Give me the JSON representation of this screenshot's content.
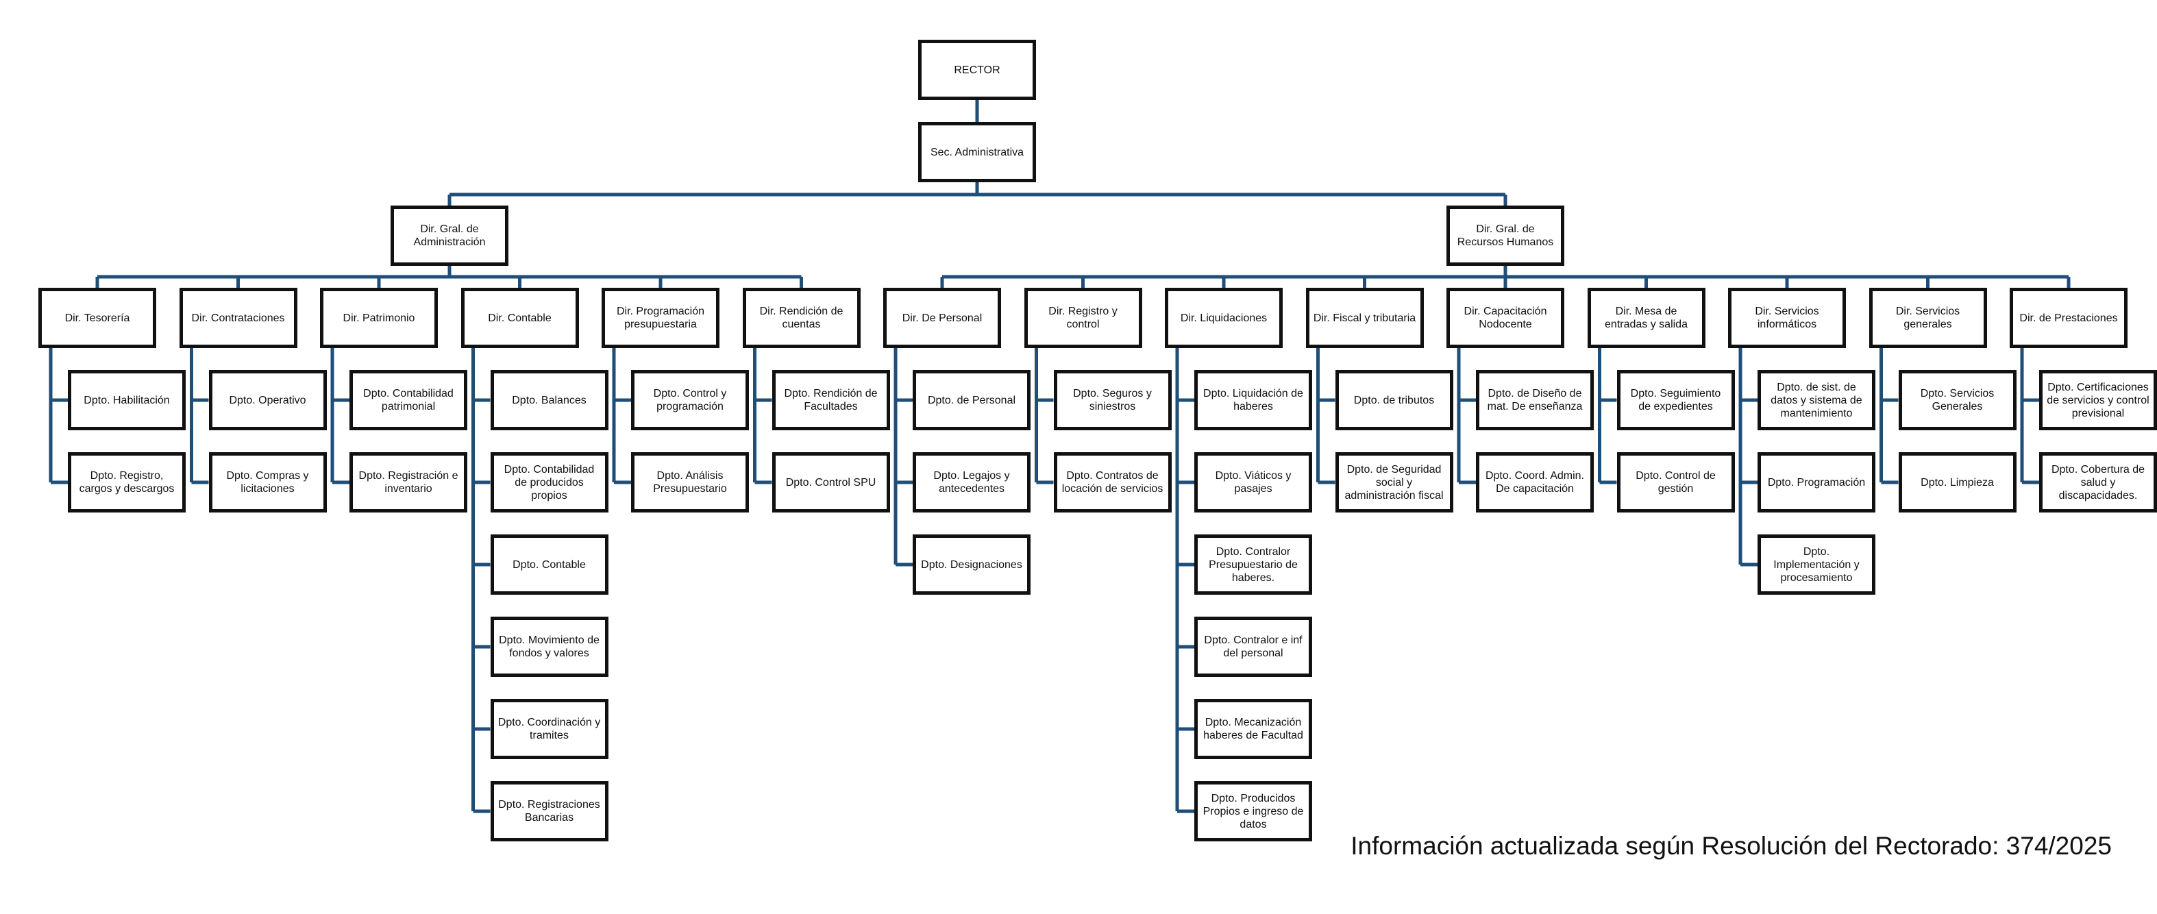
{
  "root": {
    "label": "RECTOR"
  },
  "secretariat": {
    "label": "Sec. Administrativa"
  },
  "generals": [
    {
      "label": "Dir. Gral. de Administración",
      "directorates": [
        {
          "label": "Dir. Tesorería",
          "departments": [
            "Dpto. Habilitación",
            "Dpto. Registro, cargos y descargos"
          ]
        },
        {
          "label": "Dir. Contrataciones",
          "departments": [
            "Dpto. Operativo",
            "Dpto. Compras y licitaciones"
          ]
        },
        {
          "label": "Dir. Patrimonio",
          "departments": [
            "Dpto. Contabilidad patrimonial",
            "Dpto. Registración e inventario"
          ]
        },
        {
          "label": "Dir. Contable",
          "departments": [
            "Dpto. Balances",
            "Dpto. Contabilidad de producidos propios",
            "Dpto. Contable",
            "Dpto. Movimiento de fondos y valores",
            "Dpto. Coordinación y tramites",
            "Dpto. Registraciones Bancarias"
          ]
        },
        {
          "label": "Dir. Programación presupuestaria",
          "departments": [
            "Dpto. Control y programación",
            "Dpto. Análisis Presupuestario"
          ]
        },
        {
          "label": "Dir. Rendición de cuentas",
          "departments": [
            "Dpto. Rendición de Facultades",
            "Dpto. Control SPU"
          ]
        }
      ]
    },
    {
      "label": "Dir. Gral. de Recursos Humanos",
      "directorates": [
        {
          "label": "Dir. De Personal",
          "departments": [
            "Dpto. de Personal",
            "Dpto. Legajos y antecedentes",
            "Dpto. Designaciones"
          ]
        },
        {
          "label": "Dir. Registro y control",
          "departments": [
            "Dpto. Seguros y siniestros",
            "Dpto. Contratos de locación de servicios"
          ]
        },
        {
          "label": "Dir. Liquidaciones",
          "departments": [
            "Dpto. Liquidación de haberes",
            "Dpto. Viáticos y pasajes",
            "Dpto. Contralor Presupuestario de haberes.",
            "Dpto. Contralor e inf del personal",
            "Dpto. Mecanización haberes de Facultad",
            "Dpto. Producidos Propios e ingreso de datos"
          ]
        },
        {
          "label": "Dir. Fiscal y tributaria",
          "departments": [
            "Dpto. de tributos",
            "Dpto. de Seguridad social y administración fiscal"
          ]
        },
        {
          "label": "Dir. Capacitación Nodocente",
          "departments": [
            "Dpto. de Diseño de mat. De enseñanza",
            "Dpto. Coord. Admin. De capacitación"
          ]
        },
        {
          "label": "Dir. Mesa de entradas y salida",
          "departments": [
            "Dpto. Seguimiento de expedientes",
            "Dpto. Control de gestión"
          ]
        },
        {
          "label": "Dir. Servicios informáticos",
          "departments": [
            "Dpto. de sist. de datos y sistema de mantenimiento",
            "Dpto. Programación",
            "Dpto. Implementación y procesamiento"
          ]
        },
        {
          "label": "Dir. Servicios generales",
          "departments": [
            "Dpto. Servicios Generales",
            "Dpto. Limpieza"
          ]
        },
        {
          "label": "Dir. de Prestaciones",
          "departments": [
            "Dpto. Certificaciones de servicios y control previsional",
            "Dpto. Cobertura de salud y discapacidades."
          ]
        }
      ]
    }
  ],
  "footer": {
    "text": "Información actualizada según Resolución del Rectorado: 374/2025"
  },
  "colors": {
    "connector": "#1f4e79",
    "border": "#111111"
  }
}
